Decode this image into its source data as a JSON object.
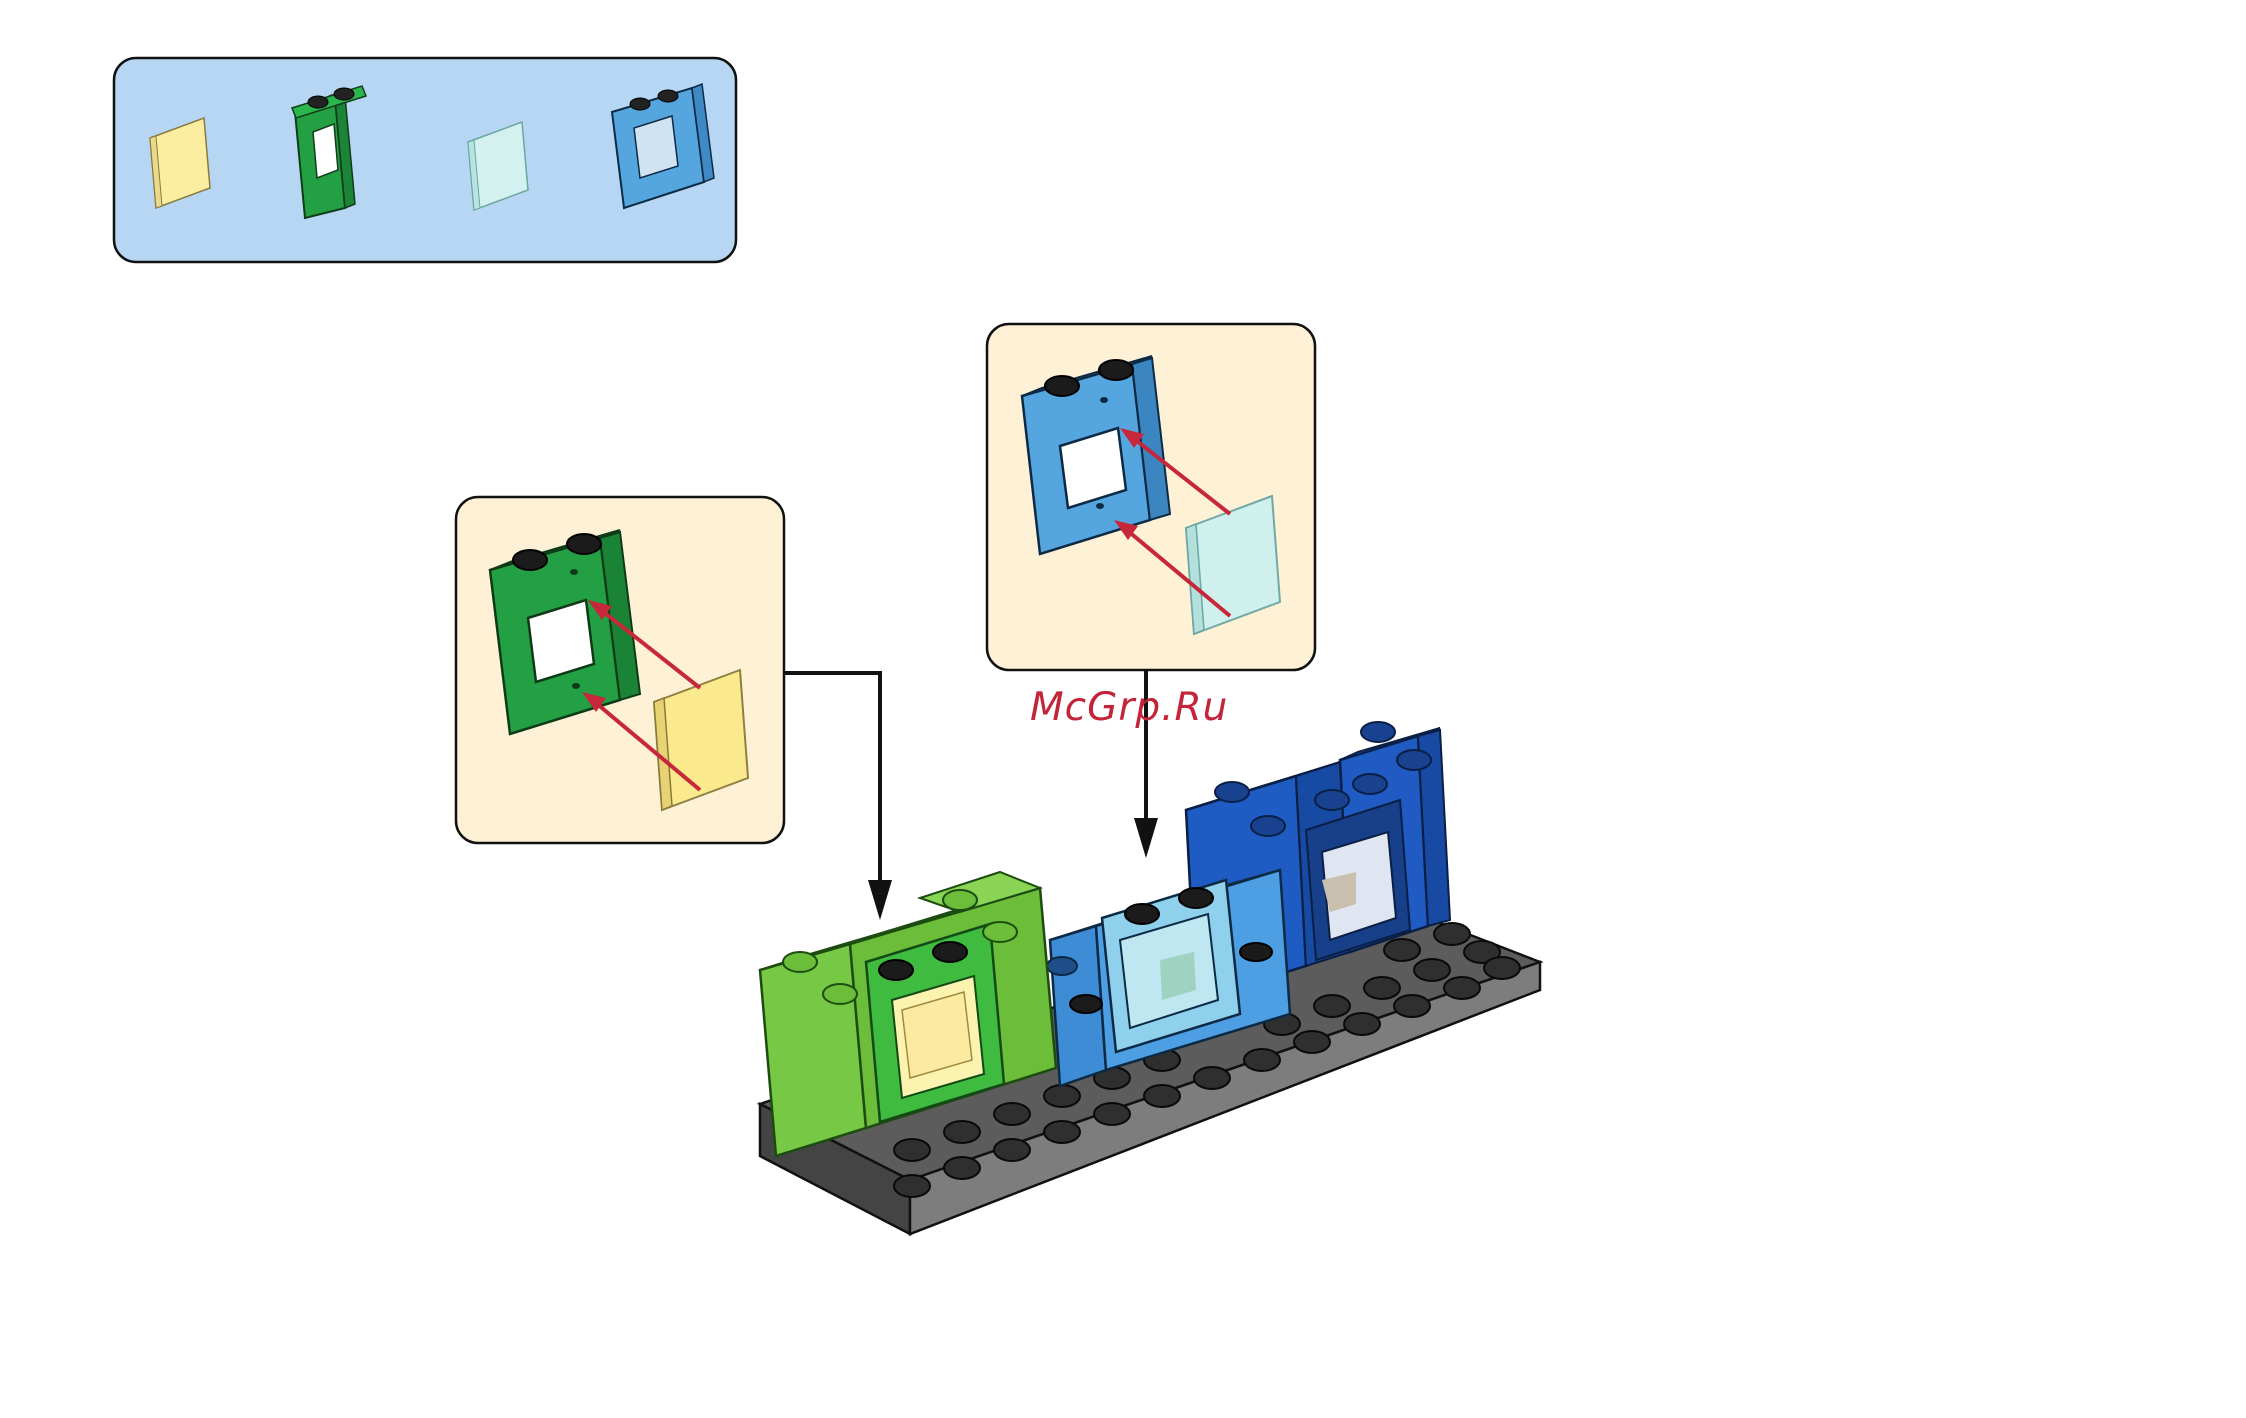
{
  "watermark": {
    "text": "McGrp.Ru"
  },
  "colors": {
    "parts_panel_bg": "#b7d6f3",
    "callout_bg": "#fef1d6",
    "baseplate": "#5b5b5b",
    "green_dark": "#26a043",
    "green_light": "#77c844",
    "blue_light": "#55a6de",
    "blue_dark": "#1f5fc4",
    "glass_yellow": "#fbeea0",
    "glass_cyan": "#cdf0ee",
    "arrow_red": "#c7273a",
    "outline": "#111111"
  },
  "parts": [
    {
      "name": "trans-yellow-glass-pane",
      "icon": "yellow-glass-icon"
    },
    {
      "name": "green-window-frame",
      "icon": "green-frame-icon"
    },
    {
      "name": "trans-clear-glass-pane",
      "icon": "clear-glass-icon"
    },
    {
      "name": "blue-window-frame",
      "icon": "blue-frame-icon"
    }
  ]
}
